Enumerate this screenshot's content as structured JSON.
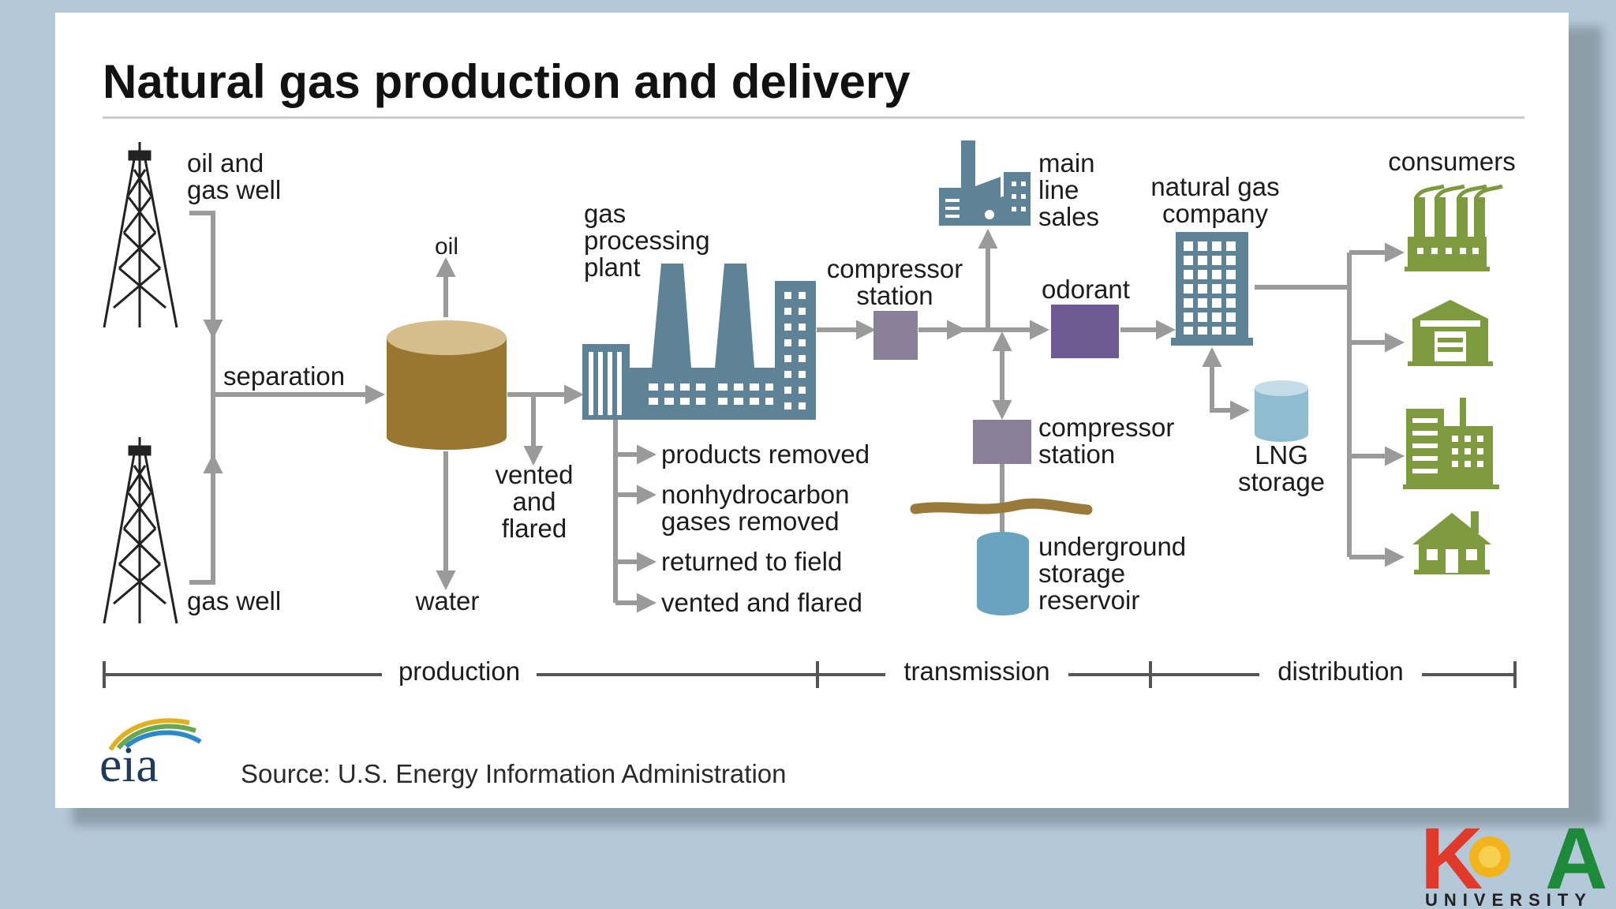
{
  "title": "Natural gas production and delivery",
  "labels": {
    "oil_gas_well_1": "oil and",
    "oil_gas_well_2": "gas well",
    "gas_well": "gas well",
    "separation": "separation",
    "oil": "oil",
    "water": "water",
    "vented_1": "vented",
    "vented_2": "and",
    "vented_3": "flared",
    "plant_1": "gas",
    "plant_2": "processing",
    "plant_3": "plant",
    "products_removed": "products removed",
    "nonhydro_1": "nonhydrocarbon",
    "nonhydro_2": "gases removed",
    "returned_to_field": "returned to field",
    "vented_and_flared": "vented and flared",
    "compressor1_1": "compressor",
    "compressor1_2": "station",
    "main_line_1": "main",
    "main_line_2": "line",
    "main_line_3": "sales",
    "odorant": "odorant",
    "compressor2_1": "compressor",
    "compressor2_2": "station",
    "underground_1": "underground",
    "underground_2": "storage",
    "underground_3": "reservoir",
    "ngc_1": "natural gas",
    "ngc_2": "company",
    "lng_1": "LNG",
    "lng_2": "storage",
    "consumers": "consumers"
  },
  "stages": {
    "production": "production",
    "transmission": "transmission",
    "distribution": "distribution"
  },
  "source": "Source: U.S. Energy Information Administration",
  "logo": {
    "eia": "eia",
    "koya_left": "K",
    "koya_right": "A",
    "university": "UNIVERSITY"
  },
  "colors": {
    "arrow": "#9a9a9a",
    "steel": "#5f8396",
    "tank": "#9a7730",
    "tank_top": "#d6bd8c",
    "compressor": "#8a809a",
    "odorant": "#6e5a93",
    "reservoir": "#6aa3c0",
    "earth": "#9a7a3a",
    "consumer": "#7d9a3e"
  }
}
